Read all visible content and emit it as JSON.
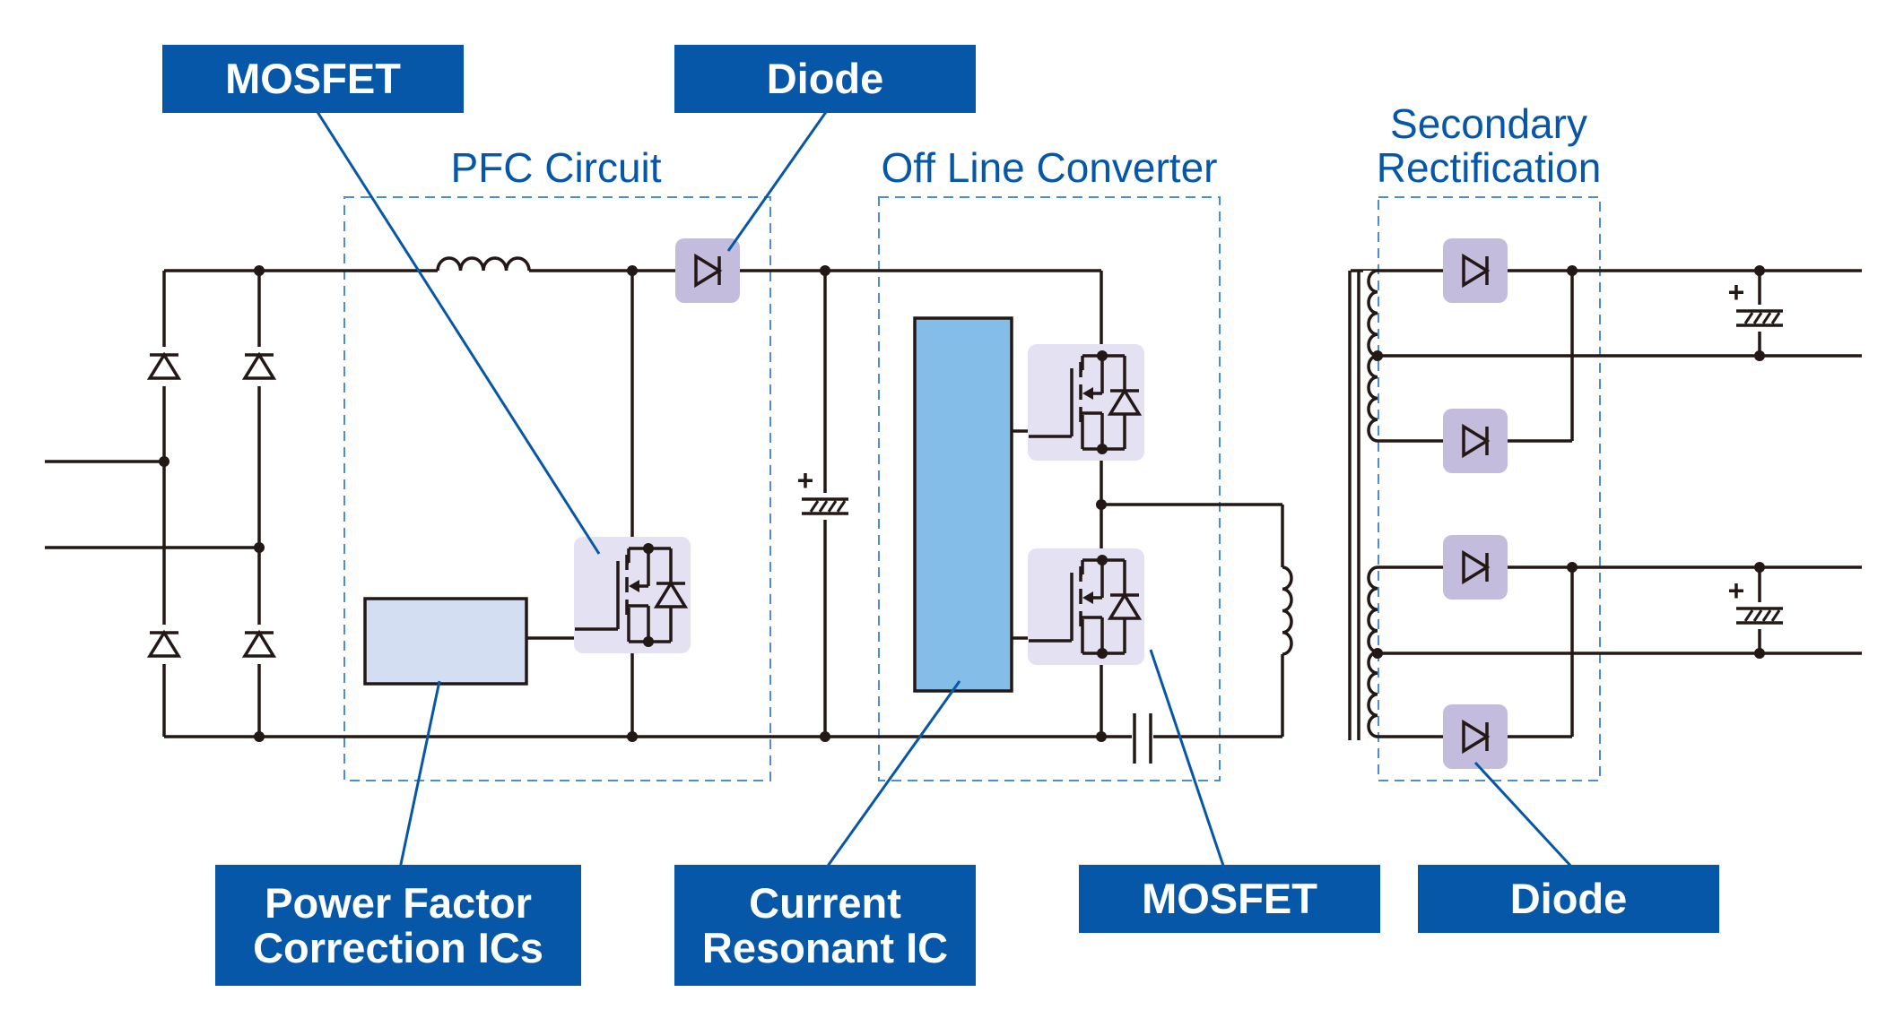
{
  "sections": {
    "pfc": "PFC Circuit",
    "offline": "Off Line Converter",
    "secondary_line1": "Secondary",
    "secondary_line2": "Rectification"
  },
  "callouts": {
    "mosfet_pfc": "MOSFET",
    "diode_pfc": "Diode",
    "pfc_ic_line1": "Power Factor",
    "pfc_ic_line2": "Correction ICs",
    "resonant_ic_line1": "Current",
    "resonant_ic_line2": "Resonant IC",
    "mosfet_offline": "MOSFET",
    "diode_secondary": "Diode"
  },
  "capacitor_polarity": "+",
  "colors": {
    "wire": "#231815",
    "accent": "#0757a8",
    "dashed_box": "#4a8ed4",
    "component_highlight": "#c4bcdc",
    "mosfet_highlight": "#e4e2f2",
    "pfc_ic_fill": "#d3def2",
    "resonant_ic_fill": "#85bde9"
  }
}
